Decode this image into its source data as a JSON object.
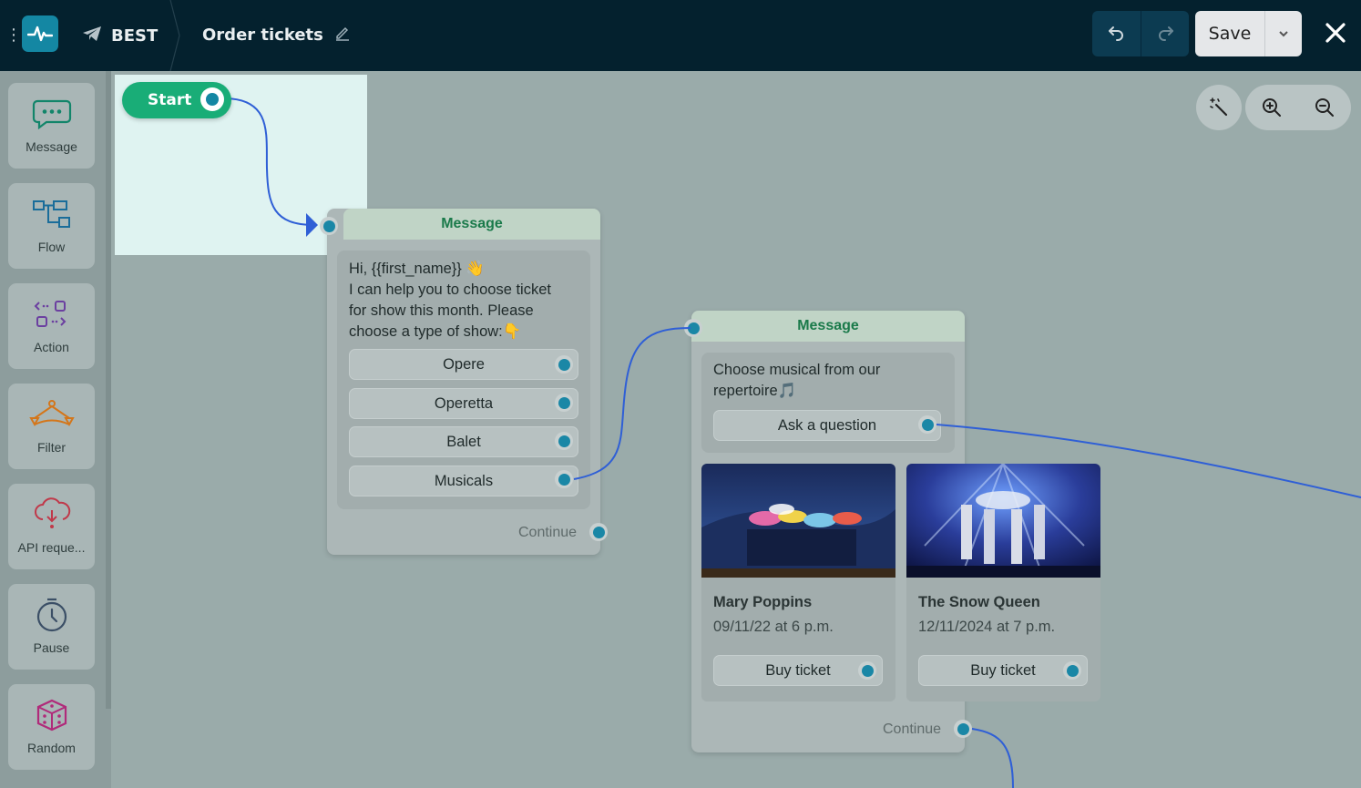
{
  "header": {
    "menu_icon": "kebab-icon",
    "app_icon": "pulse-logo-icon",
    "channel_icon": "telegram-icon",
    "channel_name": "BEST",
    "flow_title": "Order tickets",
    "edit_icon": "pencil-icon",
    "undo_icon": "undo-icon",
    "redo_icon": "redo-icon",
    "save_label": "Save",
    "save_menu_icon": "chevron-down-icon",
    "close_icon": "close-icon"
  },
  "sidebar": {
    "items": [
      {
        "label": "Message",
        "icon": "chat-bubble-icon",
        "color": "#12856a"
      },
      {
        "label": "Flow",
        "icon": "flow-icon",
        "color": "#1a6d9a"
      },
      {
        "label": "Action",
        "icon": "action-icon",
        "color": "#6b3fa0"
      },
      {
        "label": "Filter",
        "icon": "filter-icon",
        "color": "#d4761a"
      },
      {
        "label": "API reque...",
        "icon": "cloud-api-icon",
        "color": "#c0394a"
      },
      {
        "label": "Pause",
        "icon": "clock-icon",
        "color": "#3b4f66"
      },
      {
        "label": "Random",
        "icon": "dice-icon",
        "color": "#b02a7a"
      }
    ]
  },
  "canvas": {
    "start_label": "Start",
    "tools": {
      "magic_icon": "magic-wand-icon",
      "zoom_in_icon": "zoom-in-icon",
      "zoom_out_icon": "zoom-out-icon"
    },
    "node1": {
      "header": "Message",
      "text_lines": [
        "Hi,  {{first_name}} 👋",
        "I can help you to choose ticket",
        "for show this month. Please",
        "choose a type of show:👇"
      ],
      "options": [
        "Opere",
        "Operetta",
        "Balet",
        "Musicals"
      ],
      "continue": "Continue"
    },
    "node2": {
      "header": "Message",
      "text_lines": [
        "Choose musical from our",
        "repertoire🎵"
      ],
      "question_button": "Ask a question",
      "cards": [
        {
          "title": "Mary Poppins",
          "subtitle": "09/11/22 at 6 p.m.",
          "button": "Buy ticket"
        },
        {
          "title": "The Snow Queen",
          "subtitle": "12/11/2024 at 7 p.m.",
          "button": "Buy ticket"
        }
      ],
      "continue": "Continue"
    }
  },
  "colors": {
    "topbar": "#04212e",
    "accent": "#1487a3",
    "start": "#19ad77",
    "wire": "#2f5fd6"
  }
}
